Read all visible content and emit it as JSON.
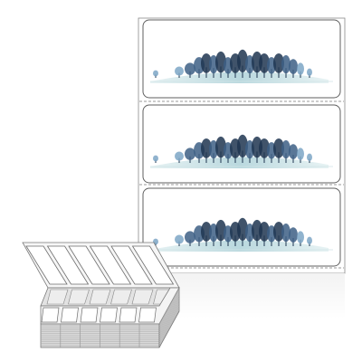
{
  "product": {
    "kind": "fanfold thermal label strip",
    "label_count_visible": 3,
    "stack_columns": 6
  },
  "colors": {
    "background": "#ffffff",
    "sheet_border": "#8a8a8a",
    "label_border": "#5f5f5f",
    "perforation": "#9a9a9a",
    "tree_dark": "#1f3550",
    "tree_mid": "#3d5f85",
    "tree_light": "#7da6c6",
    "hill": "#b9d8de",
    "stack_side": "#d9d9d9",
    "stack_edge": "#7a7a7a"
  },
  "icons": {
    "label_art": "tree-line-landscape-icon",
    "stack": "folded-label-stack-icon"
  }
}
